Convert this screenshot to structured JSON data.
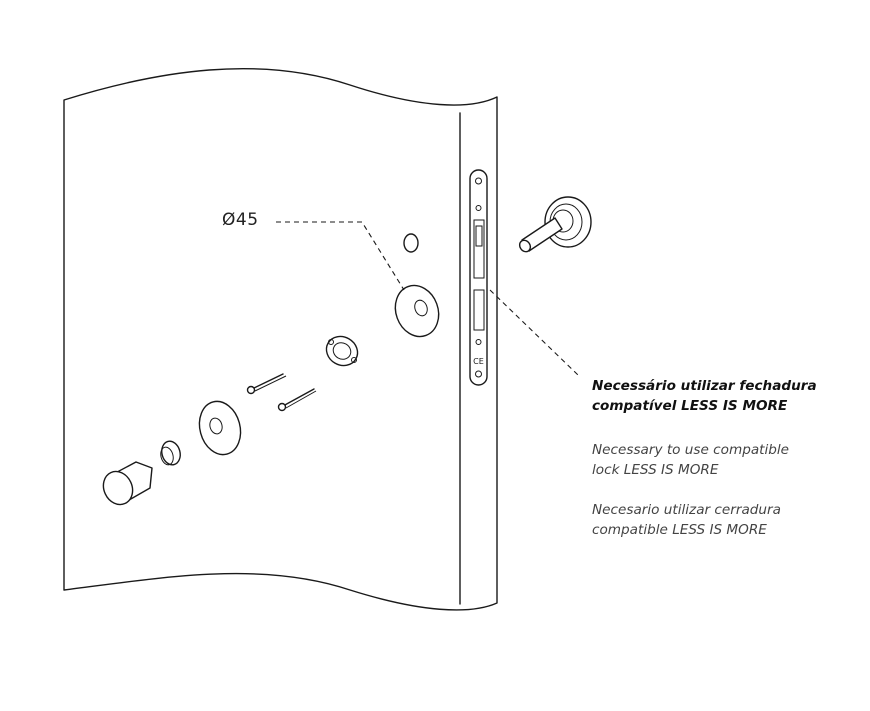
{
  "dimension_label": "Ø45",
  "notes": {
    "pt": {
      "line1": "Necessário utilizar fechadura",
      "line2": "compatível LESS IS MORE"
    },
    "en": {
      "line1": "Necessary to use compatible",
      "line2": "lock LESS IS MORE"
    },
    "es": {
      "line1": "Necesario utilizar cerradura",
      "line2": "compatible LESS IS MORE"
    }
  },
  "lock_marking": "CE"
}
